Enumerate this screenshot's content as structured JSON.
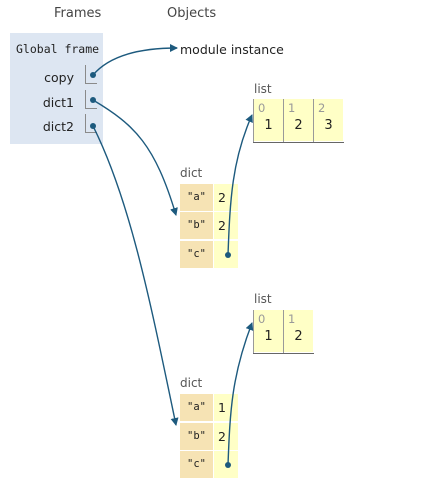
{
  "headers": {
    "frames": "Frames",
    "objects": "Objects"
  },
  "global_frame": {
    "title": "Global frame",
    "variables": [
      "copy",
      "dict1",
      "dict2"
    ]
  },
  "module_instance": "module instance",
  "list1": {
    "type": "list",
    "indices": [
      "0",
      "1",
      "2"
    ],
    "values": [
      "1",
      "2",
      "3"
    ]
  },
  "dict1": {
    "type": "dict",
    "keys": [
      "\"a\"",
      "\"b\"",
      "\"c\""
    ],
    "values": [
      "2",
      "2",
      ""
    ]
  },
  "list2": {
    "type": "list",
    "indices": [
      "0",
      "1"
    ],
    "values": [
      "1",
      "2"
    ]
  },
  "dict2": {
    "type": "dict",
    "keys": [
      "\"a\"",
      "\"b\"",
      "\"c\""
    ],
    "values": [
      "1",
      "2",
      ""
    ]
  },
  "colors": {
    "pointer": "#1d5a7e",
    "frame_bg": "#dde6f2",
    "dict_key_bg": "#f6e3b4",
    "value_bg": "#ffffc6"
  }
}
